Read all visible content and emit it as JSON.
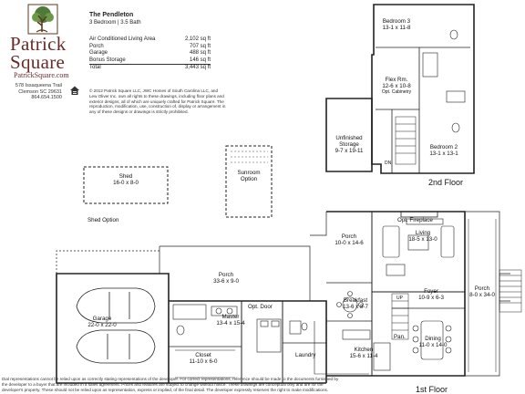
{
  "brand": {
    "name": "Patrick Square",
    "url": "PatrickSquare.com",
    "address_lines": [
      "578 Issaqueena Trail",
      "Clemson SC 29631",
      "864.654.1500"
    ],
    "colors": {
      "brand": "#6b2a2a",
      "tree_green": "#4f7a3a",
      "tree_trunk": "#5b3b22"
    },
    "icons": [
      "tree-logo-icon",
      "equal-housing-icon"
    ]
  },
  "plan": {
    "name": "The Pendleton",
    "subtitle": "3 Bedroom | 3.5 Bath",
    "areas": [
      {
        "label": "Air Conditioned Living Area",
        "value": "2,102 sq ft"
      },
      {
        "label": "Porch",
        "value": "707 sq ft"
      },
      {
        "label": "Garage",
        "value": "488 sq ft"
      },
      {
        "label": "Bonus Storage",
        "value": "146 sq ft"
      }
    ],
    "total": {
      "label": "Total",
      "value": "3,443 sq ft"
    },
    "copyright": "© 2012 Patrick Square LLC, JWC Homes of South Carolina LLC, and Lew Oliver Inc. own all rights to these drawings, including floor plans and exterior designs, all of which are uniquely crafted for Patrick Square. The reproduction, modification, use, construction of, display or arrangement in any of these designs or drawings is strictly prohibited."
  },
  "second_floor": {
    "label": "2nd Floor",
    "rooms": {
      "bedroom3": {
        "name": "Bedroom 3",
        "size": "13-1 x 11-8"
      },
      "flex": {
        "name": "Flex Rm.",
        "size": "12-6 x 10-8",
        "note": "Opt. Cabinetry"
      },
      "storage": {
        "name": "Unfinished",
        "name2": "Storage",
        "size": "9-7 x 19-11"
      },
      "bedroom2": {
        "name": "Bedroom 2",
        "size": "13-1 x 13-1"
      },
      "dn": "DN"
    }
  },
  "first_floor": {
    "label": "1st Floor",
    "rooms": {
      "shed": {
        "name": "Shed",
        "size": "16-0 x 8-0"
      },
      "shed_option": "Shed Option",
      "sunroom": {
        "name": "Sunroom",
        "name2": "Option"
      },
      "porch_left": {
        "name": "Porch",
        "size": "33-6 x 9-0"
      },
      "porch_top": {
        "name": "Porch",
        "size": "10-0 x 14-6"
      },
      "porch_right": {
        "name": "Porch",
        "size": "8-0 x 34-0"
      },
      "fireplace": "Opt. Fireplace",
      "living": {
        "name": "Living",
        "size": "18-5 x 13-0"
      },
      "foyer": {
        "name": "Foyer",
        "size": "10-9 x 6-3"
      },
      "breakfast": {
        "name": "Breakfast",
        "size": "13-6 x 8-7"
      },
      "dining": {
        "name": "Dining",
        "size": "11-0 x 14-0"
      },
      "kitchen": {
        "name": "Kitchen",
        "size": "15-6 x 11-4"
      },
      "garage": {
        "name": "Garage",
        "size": "22-0 x 22-0"
      },
      "master": {
        "name": "Master",
        "size": "13-4 x 15-4"
      },
      "opt_door": "Opt. Door",
      "closet": {
        "name": "Closet",
        "size": "11-10 x 6-0"
      },
      "laundry": "Laundry",
      "pan": "Pan.",
      "up": "UP"
    }
  },
  "disclaimer": {
    "line1": "Dial representations cannot be relied upon as correctly stating representations of the developer. For correct representations, reference should be made to the documents furnished by",
    "line2": "the developer to a buyer that are included in a sales agreement. Prices and features are subject to change without notice. These drawings are conceptual only and are for the",
    "line3": "developer's property. These should not be relied upon as representation, express or implied, of the final detail. The developer expressly reserves the right to make modifications."
  }
}
